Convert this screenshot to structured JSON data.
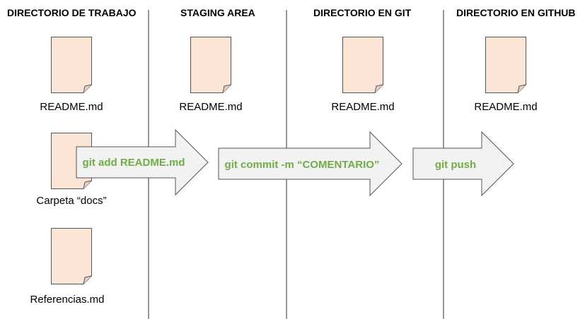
{
  "columns": [
    {
      "title": "DIRECTORIO DE TRABAJO"
    },
    {
      "title": "STAGING AREA"
    },
    {
      "title": "DIRECTORIO EN GIT"
    },
    {
      "title": "DIRECTORIO EN GITHUB"
    }
  ],
  "working_dir": {
    "files": [
      {
        "label": "README.md"
      },
      {
        "label": "Carpeta “docs”"
      },
      {
        "label": "Referencias.md"
      }
    ]
  },
  "staging": {
    "file": {
      "label": "README.md"
    }
  },
  "git_dir": {
    "file": {
      "label": "README.md"
    }
  },
  "github_dir": {
    "file": {
      "label": "README.md"
    }
  },
  "arrows": [
    {
      "label": "git add README.md"
    },
    {
      "label": "git commit -m “COMENTARIO”"
    },
    {
      "label": "git push"
    }
  ],
  "colors": {
    "file_fill": "#fbe5d6",
    "file_stroke": "#555555",
    "arrow_fill": "#f2f2f2",
    "arrow_stroke": "#555555",
    "command_text": "#70ad47",
    "divider": "#333333"
  },
  "icons": {
    "file": "document-icon"
  }
}
